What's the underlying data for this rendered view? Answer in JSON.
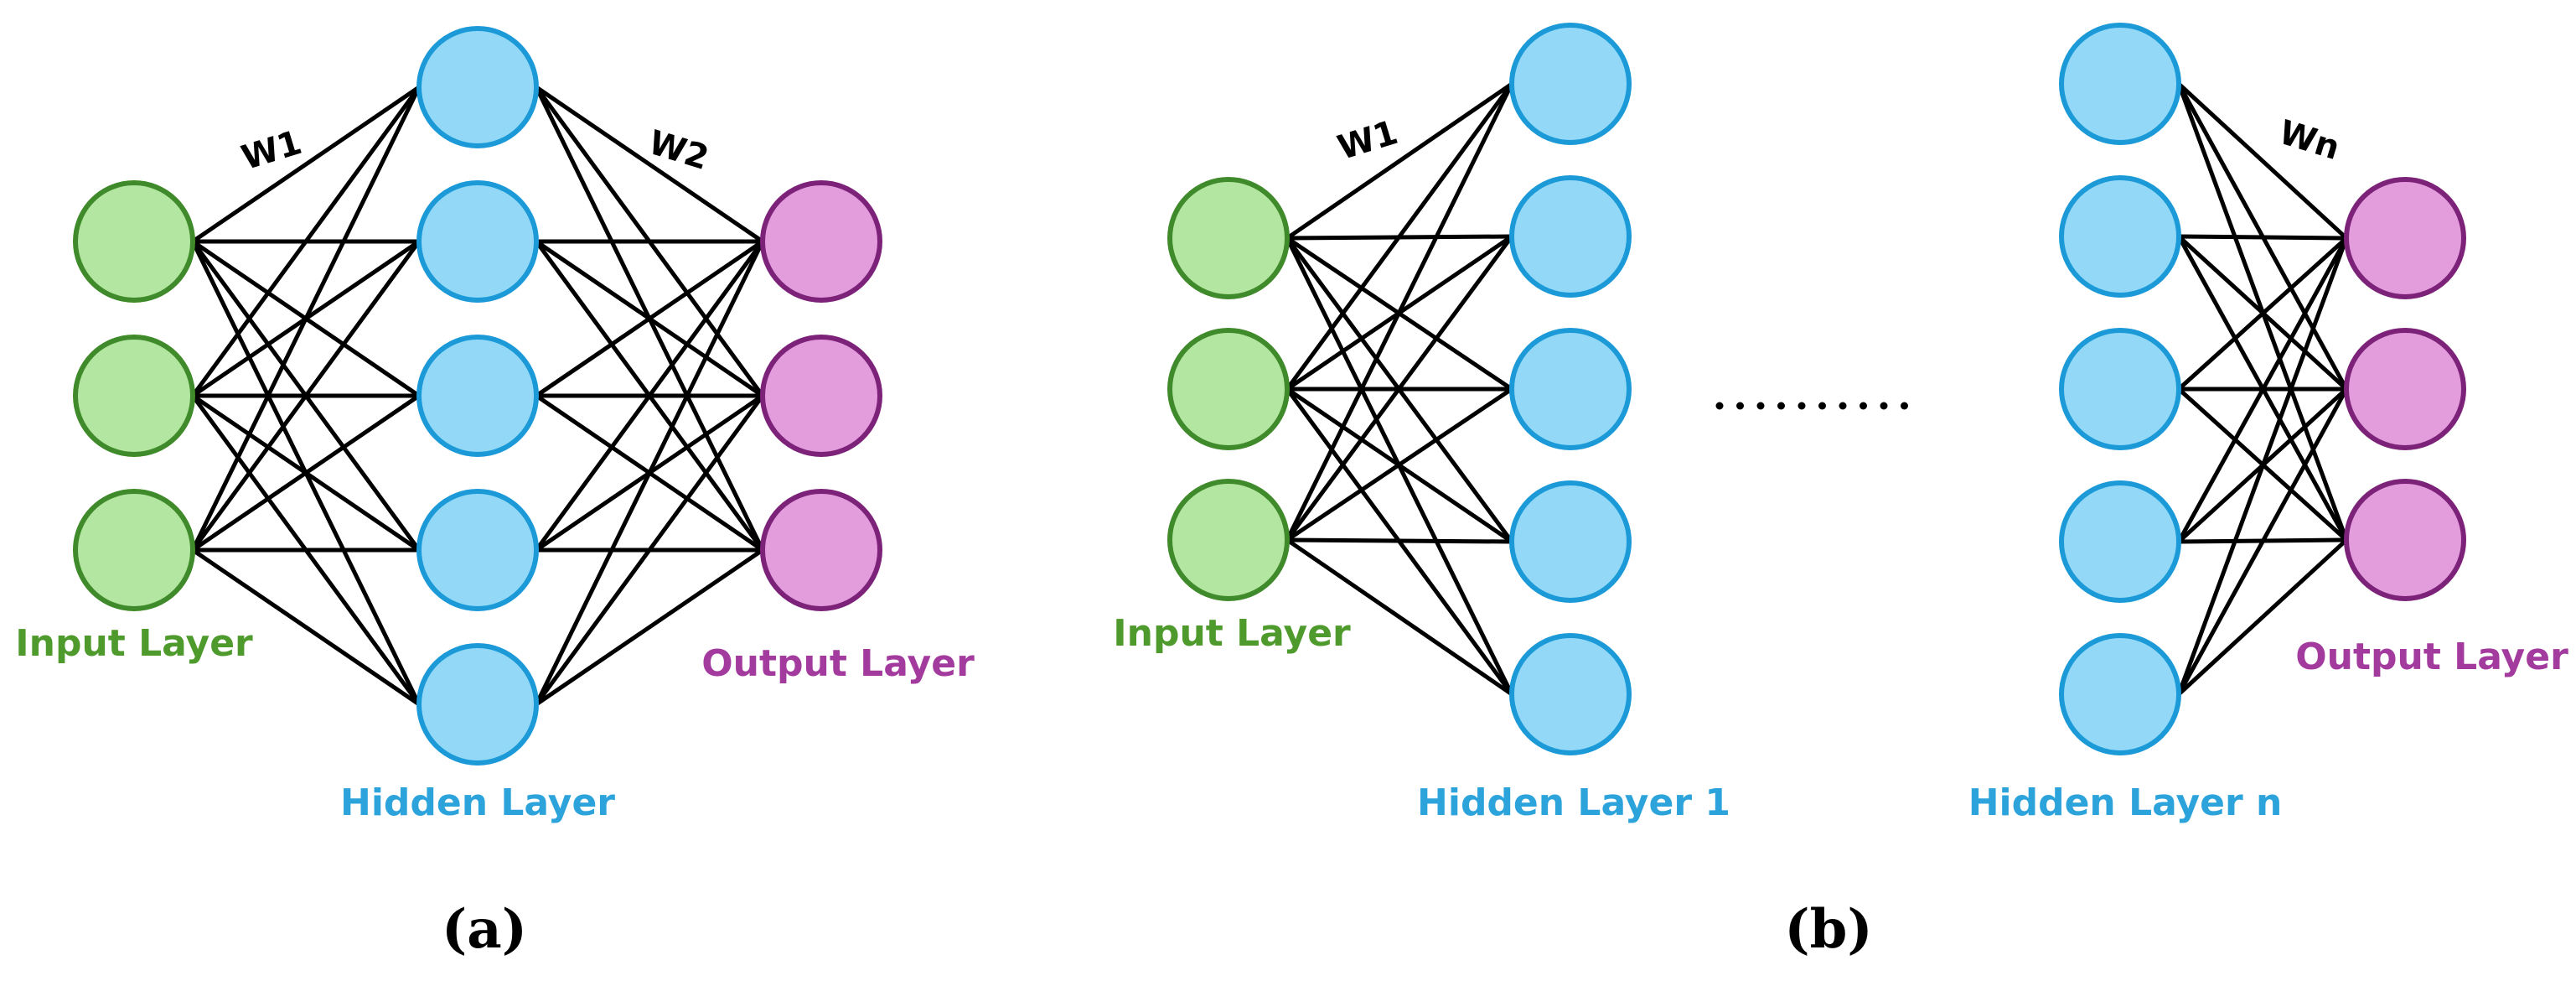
{
  "colors": {
    "input_fill": "#b3e6a1",
    "input_stroke": "#3f8a2a",
    "hidden_fill": "#93d9f7",
    "hidden_stroke": "#1c9ad8",
    "output_fill": "#e39ddd",
    "output_stroke": "#7d2279",
    "input_text": "#4e9a2c",
    "hidden_text": "#2da3db",
    "output_text": "#a33a9e",
    "edge": "#000000"
  },
  "diagram_a": {
    "input_label": "Input Layer",
    "hidden_label": "Hidden Layer",
    "output_label": "Output Layer",
    "weight_1": "W1",
    "weight_2": "W2",
    "caption": "(a)",
    "layers": {
      "input_nodes": 3,
      "hidden_nodes": 5,
      "output_nodes": 3
    }
  },
  "diagram_b": {
    "input_label": "Input Layer",
    "hidden_label_first": "Hidden Layer 1",
    "hidden_label_last": "Hidden Layer n",
    "output_label": "Output Layer",
    "weight_first": "W1",
    "weight_last": "Wn",
    "ellipsis": "..........",
    "caption": "(b)",
    "layers": {
      "input_nodes": 3,
      "hidden_nodes": 5,
      "output_nodes": 3
    }
  }
}
